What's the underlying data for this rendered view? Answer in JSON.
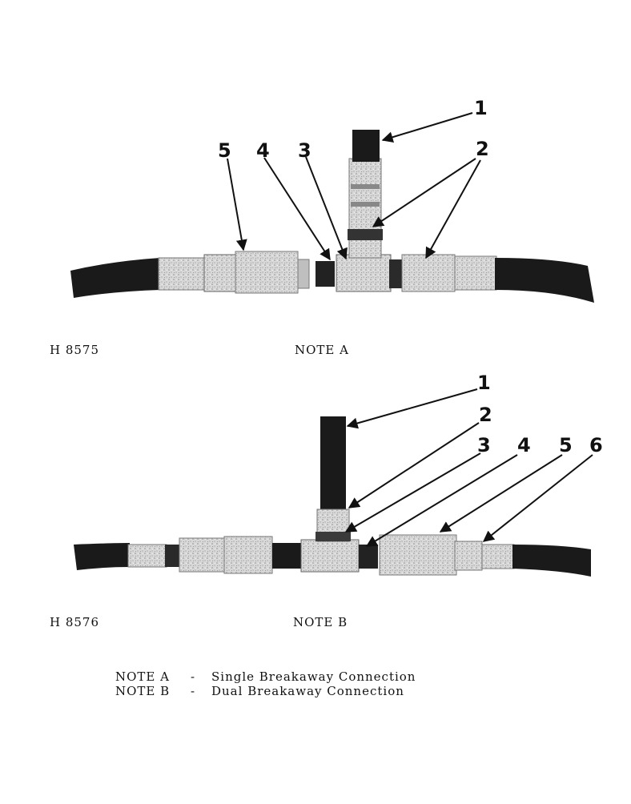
{
  "figures": [
    {
      "id_label": "H 8575",
      "note_label": "NOTE A",
      "callouts": [
        "1",
        "2",
        "3",
        "4",
        "5"
      ]
    },
    {
      "id_label": "H 8576",
      "note_label": "NOTE B",
      "callouts": [
        "1",
        "2",
        "3",
        "4",
        "5",
        "6"
      ]
    }
  ],
  "notes": [
    {
      "label": "NOTE A",
      "dash": "-",
      "text": "Single Breakaway Connection"
    },
    {
      "label": "NOTE B",
      "dash": "-",
      "text": "Dual Breakaway Connection"
    }
  ],
  "colors": {
    "hose": "#1a1a1a",
    "fitting": "#d4d4d4",
    "fitting_dark": "#8a8a8a",
    "ink": "#111111"
  }
}
